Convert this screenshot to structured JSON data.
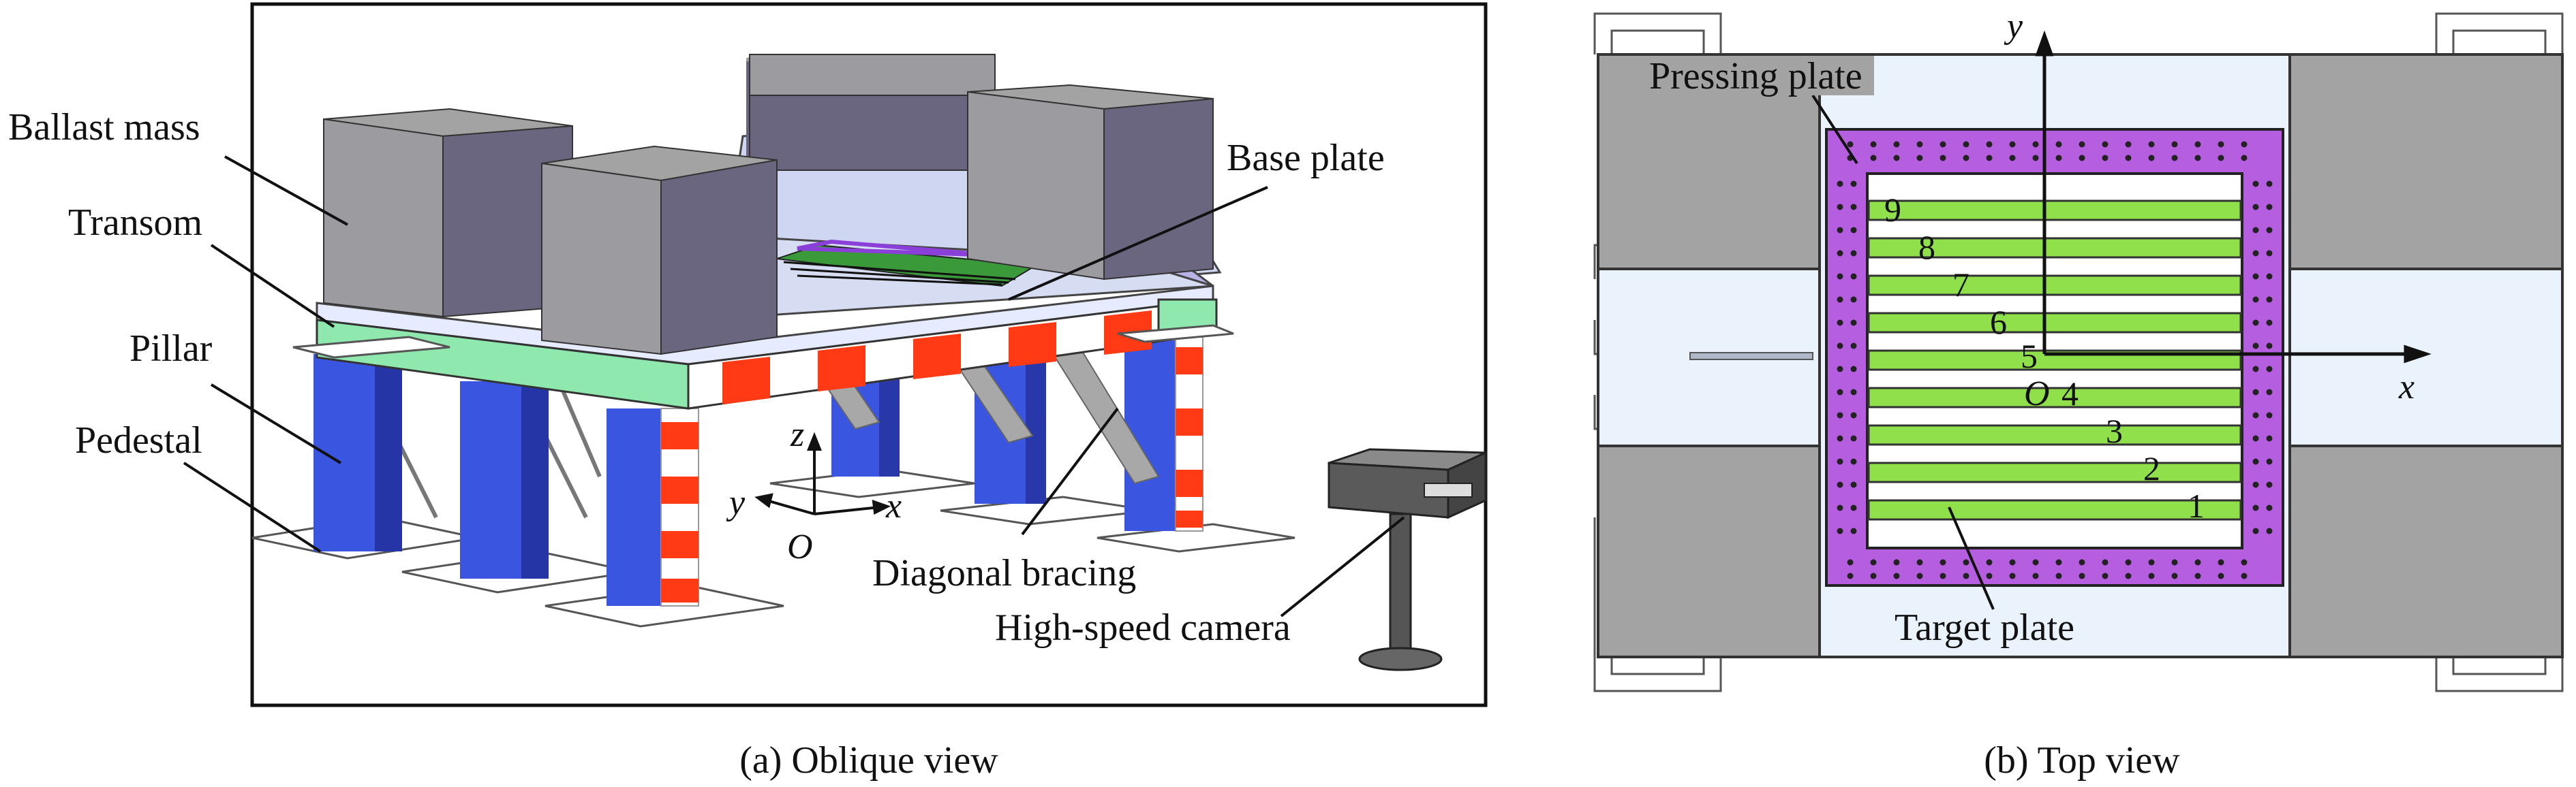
{
  "panel_a": {
    "caption": "(a) Oblique view",
    "labels": {
      "ballast_mass": "Ballast mass",
      "transom": "Transom",
      "pillar": "Pillar",
      "pedestal": "Pedestal",
      "base_plate": "Base plate",
      "diagonal_bracing": "Diagonal bracing",
      "high_speed_camera": "High-speed camera"
    },
    "axes": {
      "z": "z",
      "y": "y",
      "x": "x",
      "origin": "O"
    }
  },
  "panel_b": {
    "caption": "(b) Top view",
    "labels": {
      "pressing_plate": "Pressing plate",
      "target_plate": "Target plate"
    },
    "axes": {
      "x": "x",
      "y": "y",
      "origin": "O"
    },
    "strip_numbers": [
      "9",
      "8",
      "7",
      "6",
      "5",
      "4",
      "3",
      "2",
      "1"
    ]
  },
  "colors": {
    "ballast": "#9b9ba0",
    "ballast_side": "#6b6680",
    "transom": "#8fe8ae",
    "pillar": "#3a55e0",
    "stripe_red": "#ff3a14",
    "base_plate": "#c8cfee",
    "pressing_plate": "#b55fe0",
    "target_strip": "#8fe04a",
    "panel_light": "#eaf2fb",
    "mass_top": "#a3a3a3"
  }
}
